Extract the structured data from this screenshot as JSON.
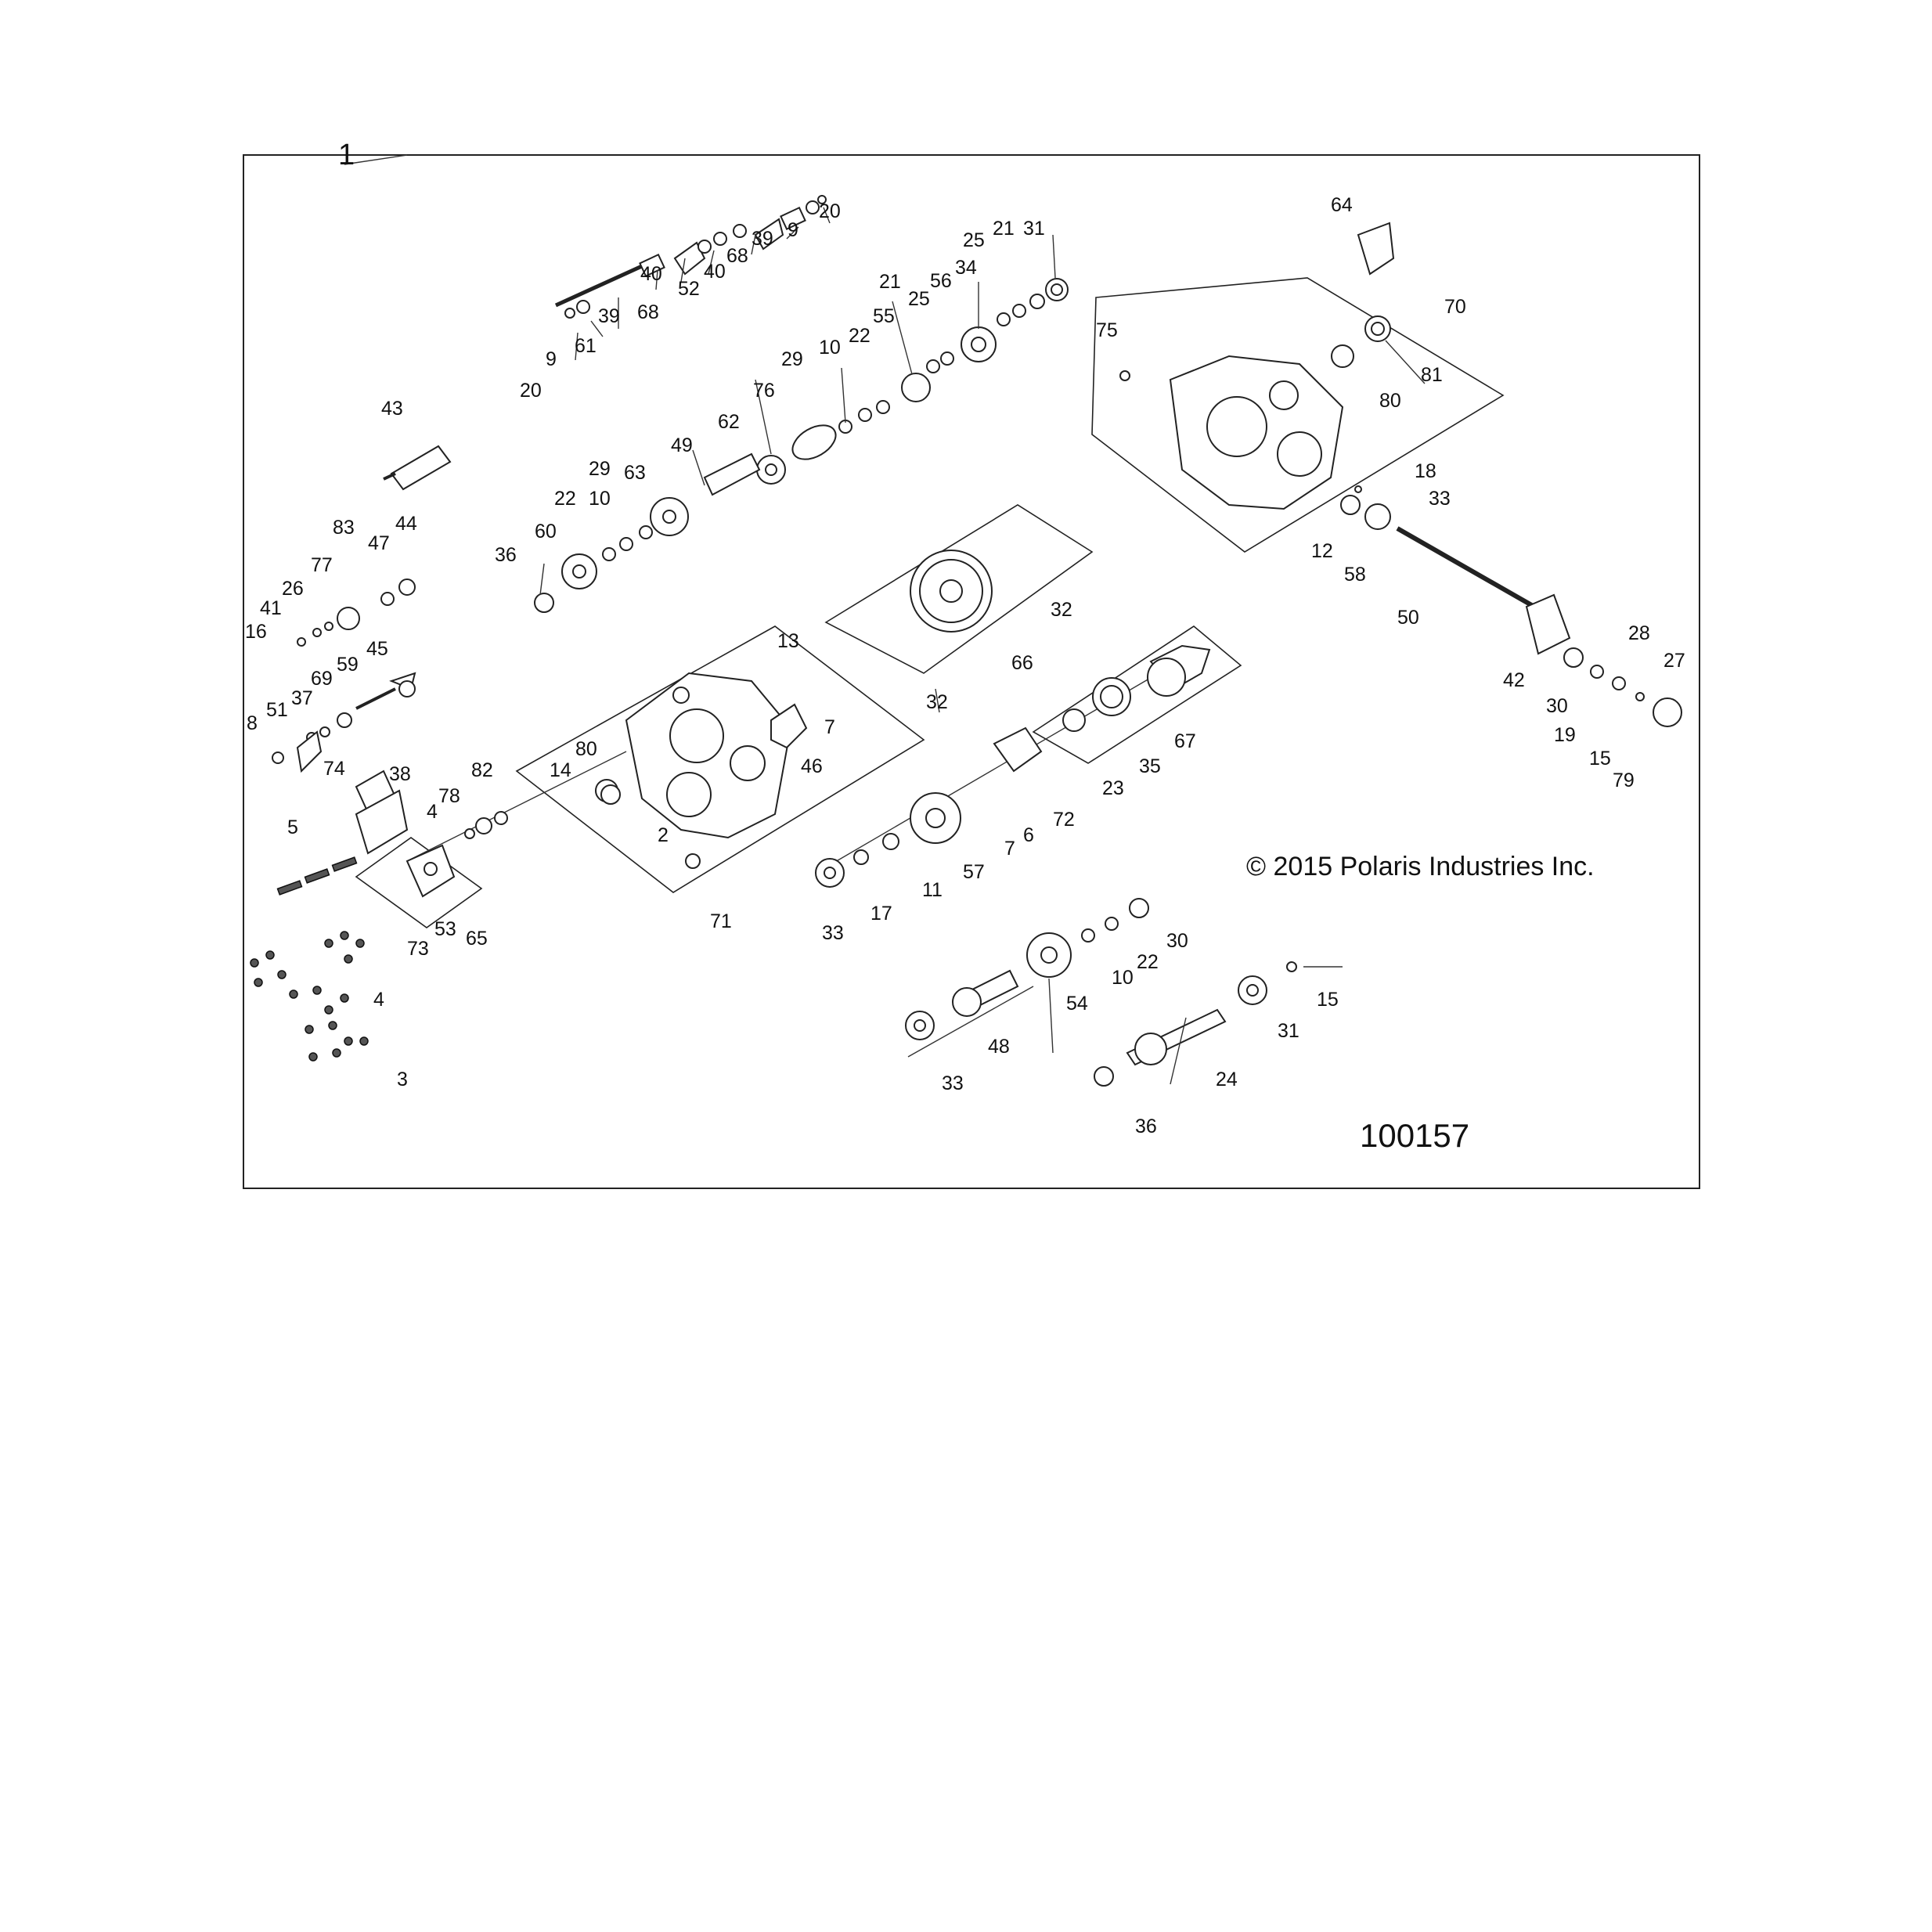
{
  "diagram": {
    "assembly_number": "1",
    "diagram_id": "100157",
    "copyright": "© 2015 Polaris Industries Inc.",
    "labels": [
      "20",
      "9",
      "39",
      "68",
      "40",
      "52",
      "40",
      "68",
      "39",
      "9",
      "20",
      "61",
      "43",
      "29",
      "10",
      "22",
      "55",
      "21",
      "25",
      "56",
      "34",
      "25",
      "21",
      "31",
      "76",
      "62",
      "49",
      "63",
      "29",
      "10",
      "22",
      "60",
      "36",
      "83",
      "47",
      "44",
      "77",
      "26",
      "41",
      "16",
      "45",
      "59",
      "69",
      "37",
      "51",
      "8",
      "38",
      "74",
      "5",
      "82",
      "78",
      "4",
      "65",
      "53",
      "73",
      "4",
      "3",
      "13",
      "7",
      "46",
      "80",
      "14",
      "2",
      "71",
      "66",
      "32",
      "32",
      "67",
      "35",
      "23",
      "72",
      "6",
      "7",
      "57",
      "11",
      "17",
      "33",
      "30",
      "22",
      "10",
      "54",
      "48",
      "33",
      "15",
      "31",
      "24",
      "36",
      "64",
      "70",
      "75",
      "81",
      "80",
      "18",
      "33",
      "12",
      "58",
      "50",
      "42",
      "30",
      "28",
      "27",
      "19",
      "15",
      "79"
    ]
  }
}
